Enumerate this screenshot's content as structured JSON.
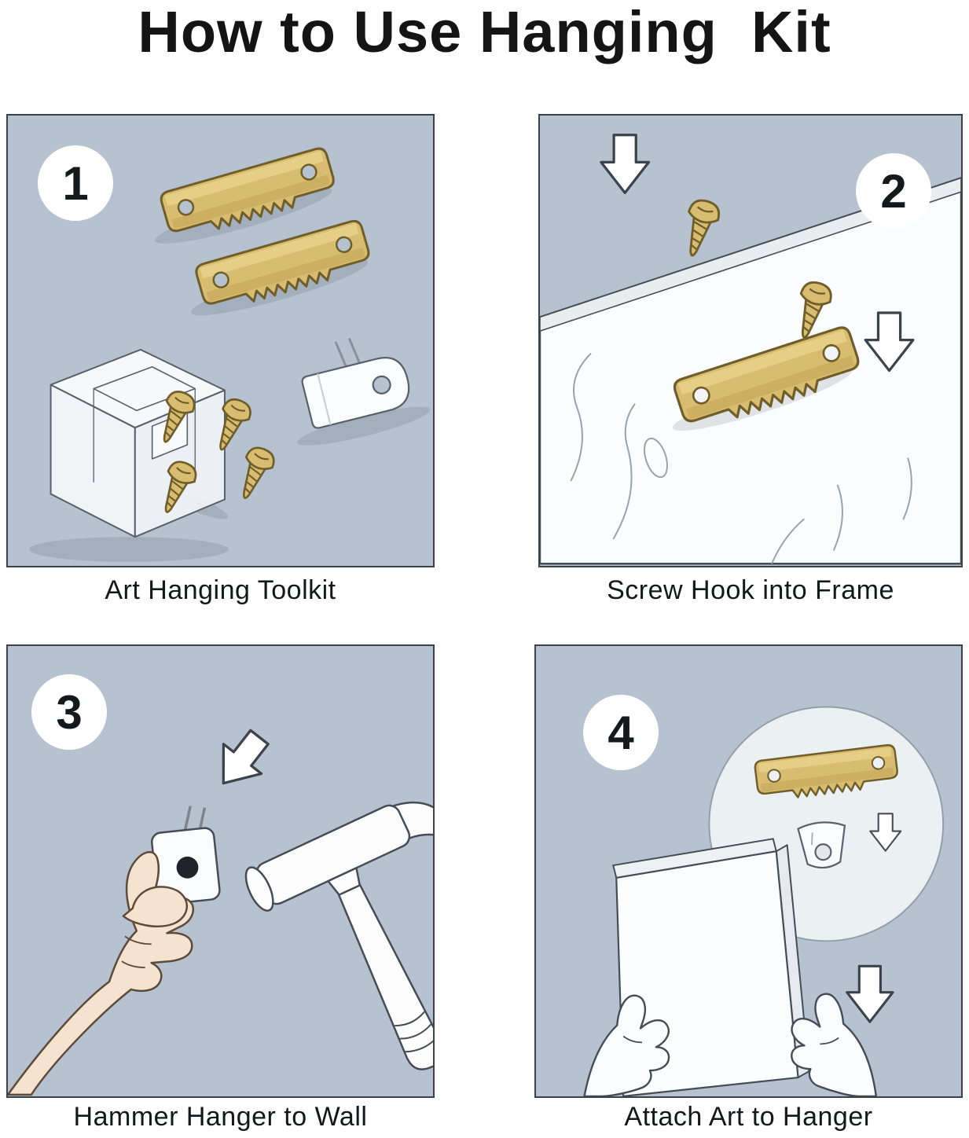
{
  "title": "How to Use Hanging  Kit",
  "steps": [
    {
      "number": "1",
      "caption": "Art Hanging Toolkit",
      "icons": [
        "storage-box-icon",
        "sawtooth-hanger-icon",
        "screw-icon",
        "wall-hook-icon"
      ]
    },
    {
      "number": "2",
      "caption": "Screw Hook into Frame",
      "icons": [
        "sawtooth-hanger-icon",
        "screw-icon",
        "arrow-down-icon",
        "frame-board"
      ]
    },
    {
      "number": "3",
      "caption": "Hammer Hanger to Wall",
      "icons": [
        "hand-illustration",
        "wall-hanger-plate",
        "hammer-icon",
        "arrow-down-icon"
      ]
    },
    {
      "number": "4",
      "caption": "Attach Art to Hanger",
      "icons": [
        "magnifier-circle",
        "sawtooth-hanger-icon",
        "wall-hook-icon",
        "canvas-illustration",
        "arrow-down-icon"
      ]
    }
  ],
  "colors": {
    "panel_background": "#b6c2cf",
    "brass": "#d8bd70",
    "brass_outline": "#6f5e2a",
    "line": "#454c55",
    "white": "#ffffff",
    "skin": "#f4e3cf",
    "title_text": "#141414"
  }
}
